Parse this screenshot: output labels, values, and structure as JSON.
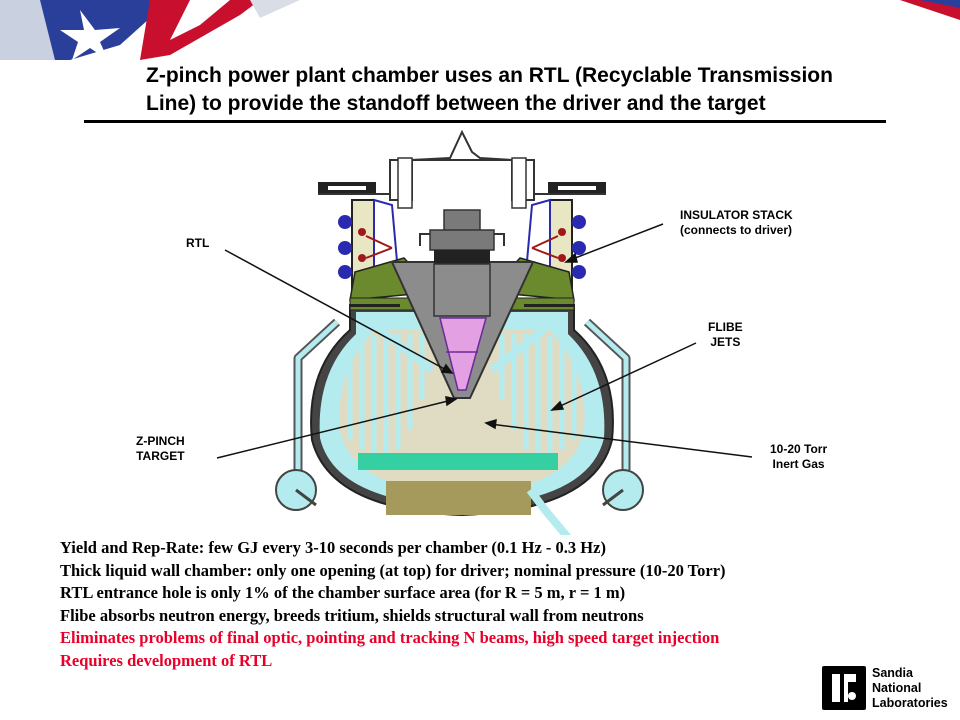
{
  "title": {
    "line1": "Z-pinch power plant chamber uses an RTL (Recyclable Transmission",
    "line2": "Line) to provide the standoff between the driver and the target"
  },
  "diagram_labels": {
    "rtl": "RTL",
    "insulator_line1": "INSULATOR STACK",
    "insulator_line2": "(connects to driver)",
    "flibe_line1": "FLIBE",
    "flibe_line2": "JETS",
    "zpinch_line1": "Z-PINCH",
    "zpinch_line2": "TARGET",
    "gas_line1": "10-20 Torr",
    "gas_line2": "Inert Gas"
  },
  "bullets": [
    "Yield and Rep-Rate:  few GJ every 3-10 seconds per chamber (0.1 Hz  - 0.3 Hz)",
    "Thick liquid wall chamber:  only one opening (at top) for driver;  nominal pressure (10-20 Torr)",
    "RTL entrance hole is only 1% of the chamber surface area  (for R = 5 m, r = 1 m)",
    "Flibe absorbs neutron energy, breeds tritium, shields structural wall from neutrons",
    "Eliminates problems of final optic, pointing and tracking N beams, high speed target injection",
    "Requires development of RTL"
  ],
  "logo": {
    "line1": "Sandia",
    "line2": "National",
    "line3": "Laboratories"
  },
  "colors": {
    "chamber_gas": "#e0dcc4",
    "flibe": "#b3ebef",
    "rtl_cone": "#8c8c8c",
    "target": "#e3a0e3",
    "insulator_green": "#6b8a2e",
    "pool_bar": "#35d0a1",
    "pool_bottom": "#a59a5c",
    "bullet_red": "#e8002a"
  }
}
